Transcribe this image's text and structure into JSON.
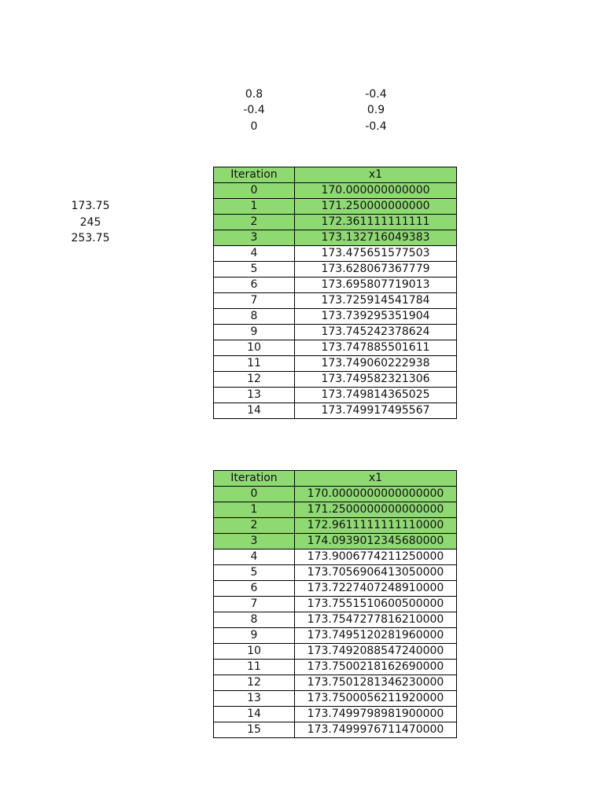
{
  "colors": {
    "highlight": "#8fd973",
    "border": "#000000"
  },
  "matrix": [
    [
      "0.8",
      "-0.4"
    ],
    [
      "-0.4",
      "0.9"
    ],
    [
      "0",
      "-0.4"
    ]
  ],
  "vector": [
    "173.75",
    "245",
    "253.75"
  ],
  "table1": {
    "headers": [
      "Iteration",
      "x1"
    ],
    "highlighted_rows": 4,
    "rows": [
      [
        "0",
        "170.000000000000"
      ],
      [
        "1",
        "171.250000000000"
      ],
      [
        "2",
        "172.361111111111"
      ],
      [
        "3",
        "173.132716049383"
      ],
      [
        "4",
        "173.475651577503"
      ],
      [
        "5",
        "173.628067367779"
      ],
      [
        "6",
        "173.695807719013"
      ],
      [
        "7",
        "173.725914541784"
      ],
      [
        "8",
        "173.739295351904"
      ],
      [
        "9",
        "173.745242378624"
      ],
      [
        "10",
        "173.747885501611"
      ],
      [
        "11",
        "173.749060222938"
      ],
      [
        "12",
        "173.749582321306"
      ],
      [
        "13",
        "173.749814365025"
      ],
      [
        "14",
        "173.749917495567"
      ]
    ]
  },
  "table2": {
    "headers": [
      "Iteration",
      "x1"
    ],
    "highlighted_rows": 4,
    "rows": [
      [
        "0",
        "170.0000000000000000"
      ],
      [
        "1",
        "171.2500000000000000"
      ],
      [
        "2",
        "172.9611111111110000"
      ],
      [
        "3",
        "174.0939012345680000"
      ],
      [
        "4",
        "173.9006774211250000"
      ],
      [
        "5",
        "173.7056906413050000"
      ],
      [
        "6",
        "173.7227407248910000"
      ],
      [
        "7",
        "173.7551510600500000"
      ],
      [
        "8",
        "173.7547277816210000"
      ],
      [
        "9",
        "173.7495120281960000"
      ],
      [
        "10",
        "173.7492088547240000"
      ],
      [
        "11",
        "173.7500218162690000"
      ],
      [
        "12",
        "173.7501281346230000"
      ],
      [
        "13",
        "173.7500056211920000"
      ],
      [
        "14",
        "173.7499798981900000"
      ],
      [
        "15",
        "173.7499976711470000"
      ]
    ]
  }
}
